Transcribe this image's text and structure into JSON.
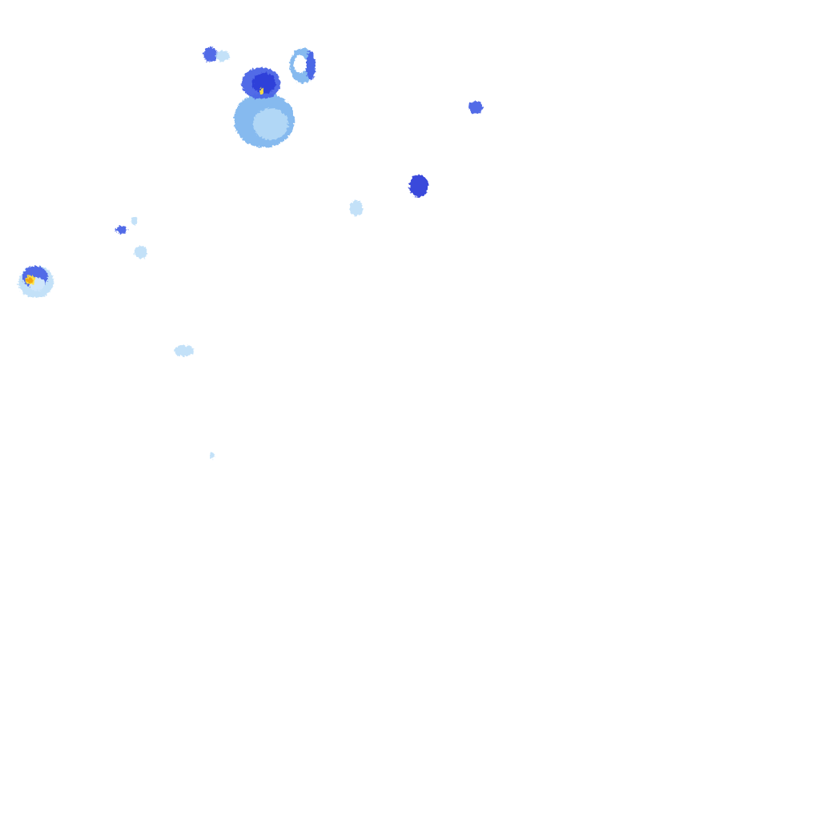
{
  "palette": {
    "light": "#b9dcf7",
    "medium": "#7fb6ee",
    "strong": "#4a63e6",
    "intense": "#2e3fd9",
    "core_yellow": "#ffe23d",
    "core_orange": "#f2a20d"
  },
  "cells": [
    {
      "id": "cell-1",
      "intensity": "intense",
      "core": true
    },
    {
      "id": "cell-2",
      "intensity": "medium",
      "core": false
    },
    {
      "id": "cell-3",
      "intensity": "strong",
      "core": false
    },
    {
      "id": "cell-4",
      "intensity": "medium",
      "core": false
    },
    {
      "id": "cell-5",
      "intensity": "strong",
      "core": false
    },
    {
      "id": "cell-6",
      "intensity": "intense",
      "core": false
    },
    {
      "id": "cell-7",
      "intensity": "light",
      "core": false
    },
    {
      "id": "cell-8",
      "intensity": "strong",
      "core": false
    },
    {
      "id": "cell-9",
      "intensity": "light",
      "core": false
    },
    {
      "id": "cell-10",
      "intensity": "intense",
      "core": true
    },
    {
      "id": "cell-11",
      "intensity": "light",
      "core": false
    },
    {
      "id": "cell-12",
      "intensity": "light",
      "core": false
    }
  ]
}
